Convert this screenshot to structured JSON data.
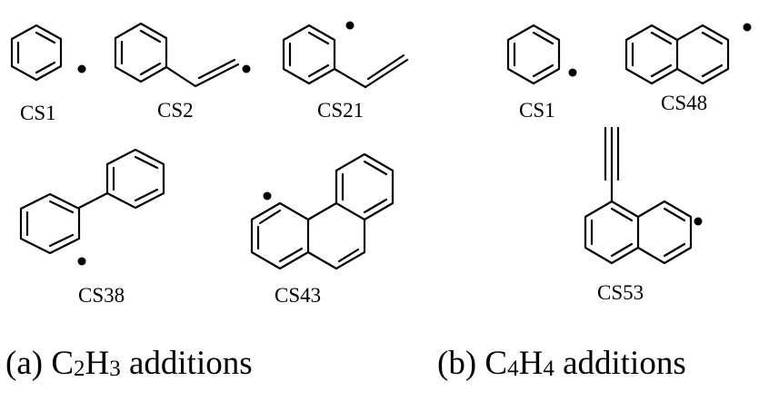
{
  "panel_a": {
    "caption_prefix": "(a) C",
    "caption_sub1": "2",
    "caption_mid": "H",
    "caption_sub2": "3",
    "caption_suffix": " additions",
    "species": [
      "CS1",
      "CS2",
      "CS21",
      "CS38",
      "CS43"
    ]
  },
  "panel_b": {
    "caption_prefix": "(b) C",
    "caption_sub1": "4",
    "caption_mid": "H",
    "caption_sub2": "4",
    "caption_suffix": " additions",
    "species": [
      "CS1",
      "CS48",
      "CS53"
    ]
  }
}
